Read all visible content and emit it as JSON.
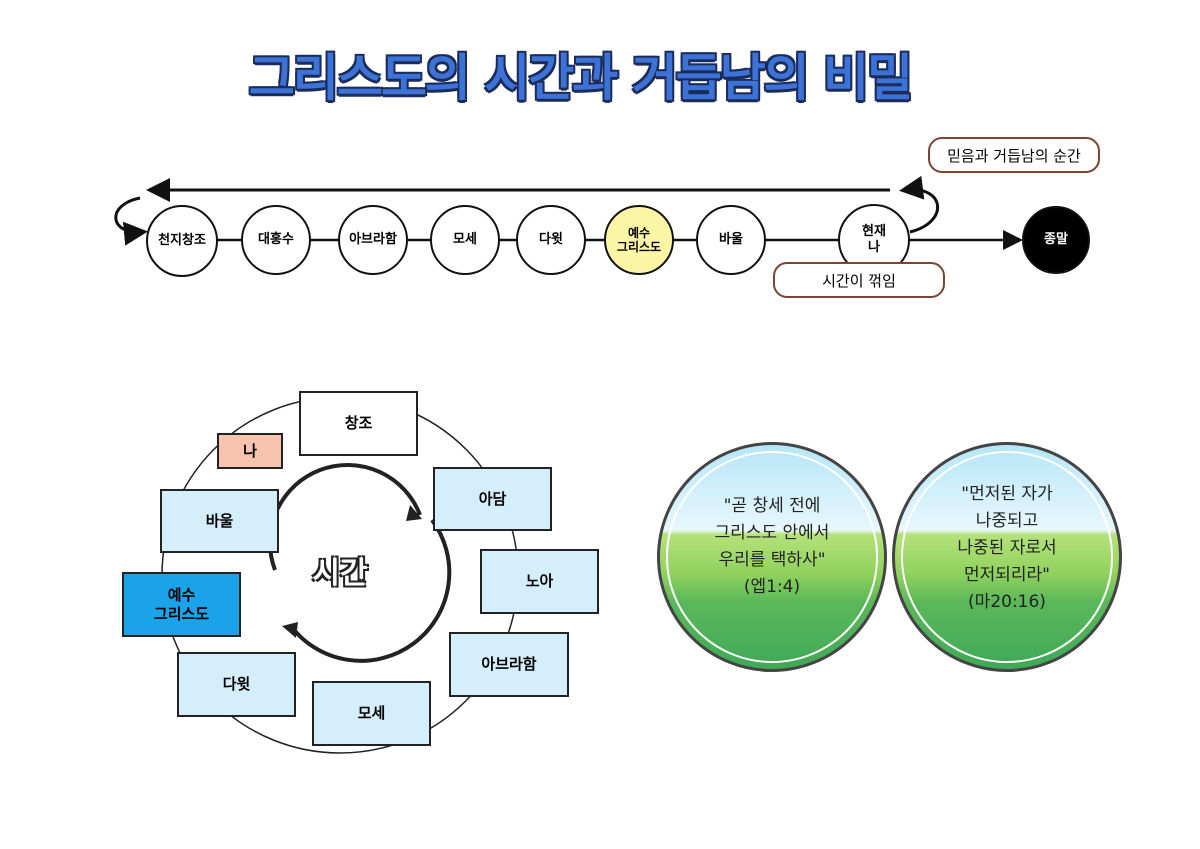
{
  "title": "그리스도의 시간과 거듭남의 비밀",
  "timeline": {
    "nodes": [
      "천지창조",
      "대홍수",
      "아브라함",
      "모세",
      "다윗",
      "예수\n그리스도",
      "바울",
      "현재\n나"
    ],
    "end": "종말",
    "bubble_top": "믿음과 거듭남의 순간",
    "bubble_bottom": "시간이 꺾임",
    "highlight_color": "#fdf5a6"
  },
  "cycle": {
    "center": "시간",
    "boxes": [
      "창조",
      "아담",
      "노아",
      "아브라함",
      "모세",
      "다윗",
      "예수\n그리스도",
      "바울",
      "나"
    ]
  },
  "quotes": [
    {
      "text": "\"곧 창세 전에\n그리스도 안에서\n우리를 택하사\"\n(엡1:4)"
    },
    {
      "text": "\"먼저된 자가\n나중되고\n나중된 자로서\n먼저되리라\"\n(마20:16)"
    }
  ]
}
